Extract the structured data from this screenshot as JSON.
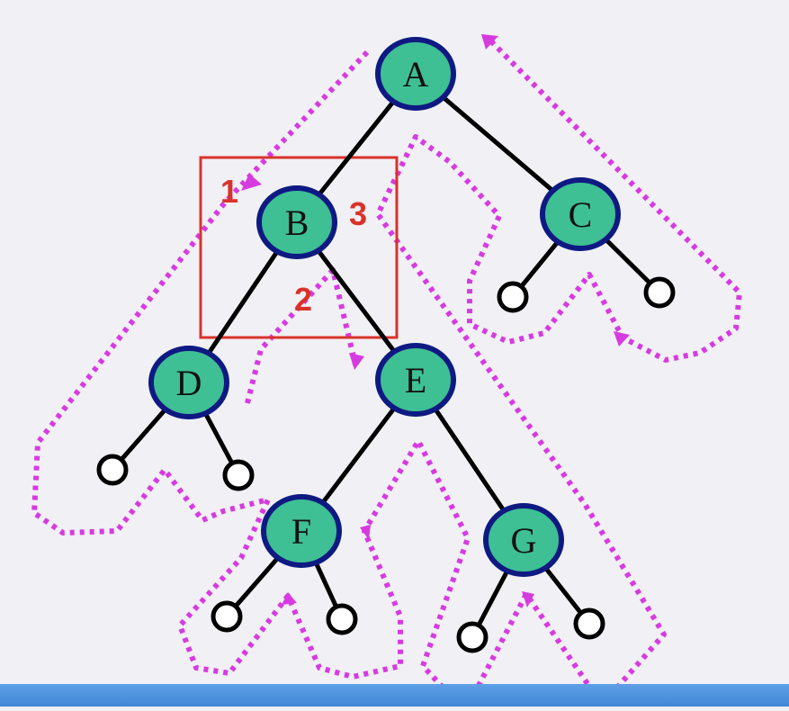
{
  "nodes": [
    {
      "id": "A",
      "label": "A"
    },
    {
      "id": "B",
      "label": "B"
    },
    {
      "id": "C",
      "label": "C"
    },
    {
      "id": "D",
      "label": "D"
    },
    {
      "id": "E",
      "label": "E"
    },
    {
      "id": "F",
      "label": "F"
    },
    {
      "id": "G",
      "label": "G"
    }
  ],
  "edges": [
    [
      "A",
      "B"
    ],
    [
      "A",
      "C"
    ],
    [
      "B",
      "D"
    ],
    [
      "B",
      "E"
    ],
    [
      "E",
      "F"
    ],
    [
      "E",
      "G"
    ]
  ],
  "null_children": [
    "C",
    "C",
    "D",
    "D",
    "F",
    "F",
    "G",
    "G"
  ],
  "step_labels": [
    "1",
    "2",
    "3"
  ],
  "colors": {
    "node_fill": "#3fbf94",
    "node_stroke": "#0e1a82",
    "edge": "#000000",
    "traversal_path": "#d63be0",
    "highlight_box": "#d9322b",
    "step_text": "#d9322b"
  }
}
